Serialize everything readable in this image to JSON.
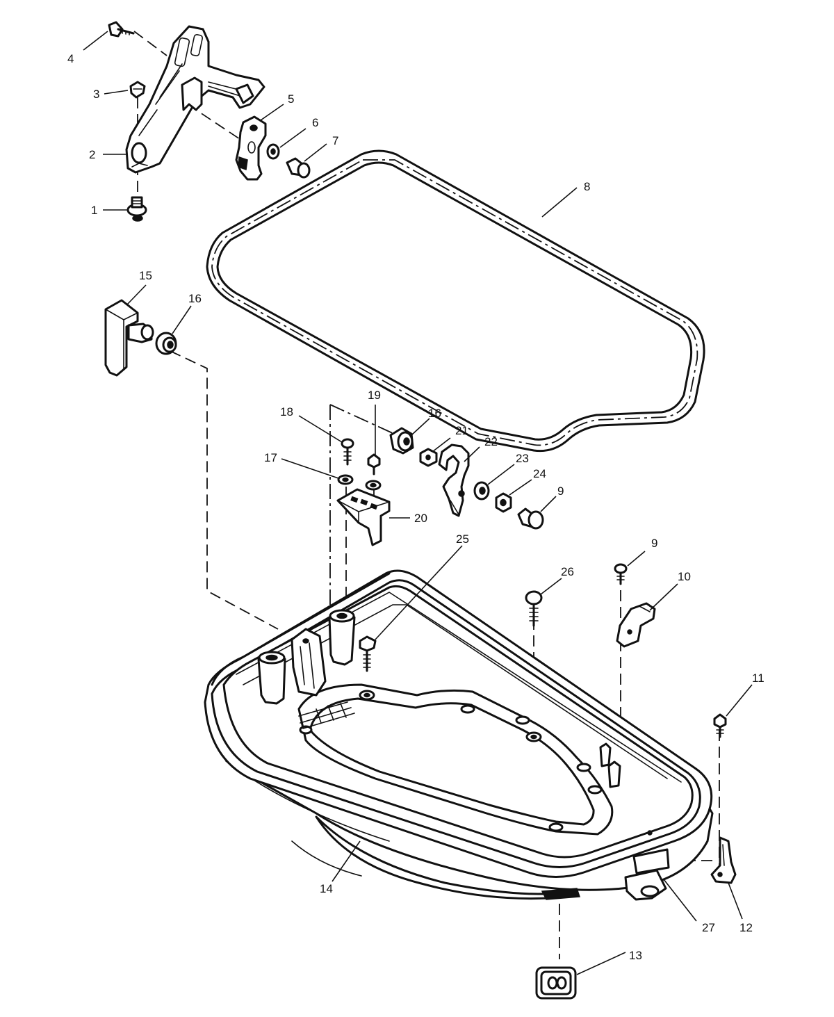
{
  "callouts": {
    "c1": "1",
    "c2": "2",
    "c3": "3",
    "c4": "4",
    "c5": "5",
    "c6": "6",
    "c7": "7",
    "c8": "8",
    "c9a": "9",
    "c9b": "9",
    "c10": "10",
    "c11": "11",
    "c12": "12",
    "c13": "13",
    "c14": "14",
    "c15": "15",
    "c16a": "16",
    "c16b": "16",
    "c17": "17",
    "c18": "18",
    "c19": "19",
    "c20": "20",
    "c21": "21",
    "c22": "22",
    "c23": "23",
    "c24": "24",
    "c25": "25",
    "c26": "26",
    "c27": "27"
  },
  "icons": [
    "cowl-bracket",
    "seal",
    "bottom-cowl",
    "latch-hook",
    "hinge",
    "bracket",
    "bolt",
    "washer",
    "nut",
    "grommet",
    "retainer"
  ],
  "colors": {
    "line": "#111111",
    "background": "#ffffff"
  }
}
